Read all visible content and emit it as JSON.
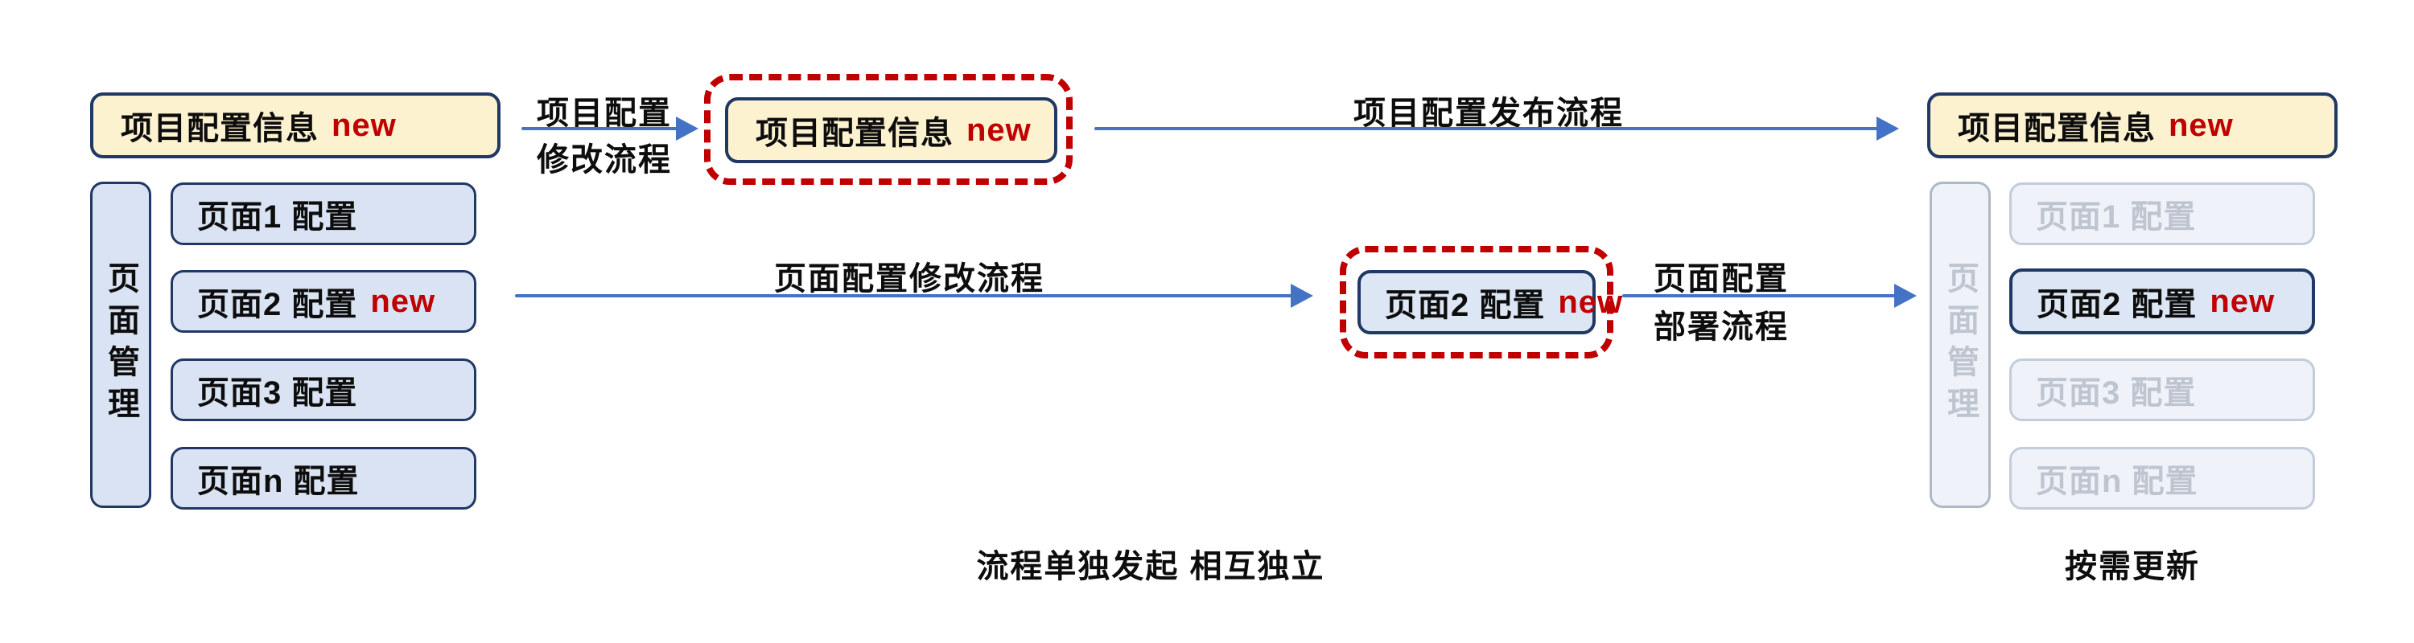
{
  "project_box": {
    "label": "项目配置信息",
    "badge": "new"
  },
  "page_management": {
    "label": "页面管理"
  },
  "pages": [
    {
      "label": "页面1 配置",
      "badge": ""
    },
    {
      "label": "页面2 配置",
      "badge": "new"
    },
    {
      "label": "页面3 配置",
      "badge": ""
    },
    {
      "label": "页面n 配置",
      "badge": ""
    }
  ],
  "arrows": {
    "modify_project": {
      "line1": "项目配置",
      "line2": "修改流程"
    },
    "publish_project": {
      "label": "项目配置发布流程"
    },
    "modify_page": {
      "label": "页面配置修改流程"
    },
    "deploy_page": {
      "line1": "页面配置",
      "line2": "部署流程"
    }
  },
  "captions": {
    "flow_note": "流程单独发起 相互独立",
    "update_note": "按需更新"
  },
  "colors": {
    "navy_border": "#203864",
    "yellow_fill": "#FCF2CF",
    "blue_fill": "#DAE3F3",
    "arrow_blue": "#4472C4",
    "badge_red": "#C00000",
    "dashed_red": "#C00000",
    "faded_fill": "#EFF3F9",
    "faded_border": "#C3CCDA",
    "faded_text": "#BFC5CF"
  }
}
